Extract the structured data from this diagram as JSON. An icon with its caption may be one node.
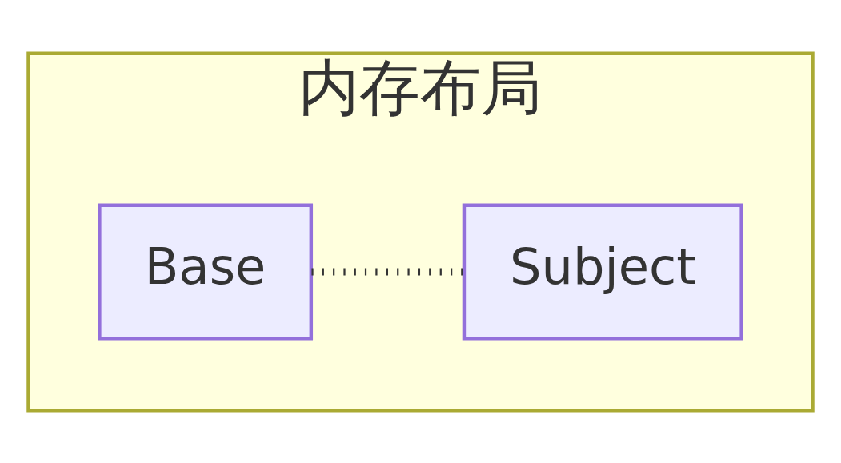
{
  "diagram": {
    "nodes": [
      {
        "text": [
          "内存布局"
        ]
      },
      {
        "text": [
          "Base"
        ],
        "in": 0
      },
      {
        "text": [
          "Subject"
        ],
        "in": 0
      }
    ],
    "edges": [
      {
        "from": 1,
        "to": 2,
        "arrow": "none",
        "style": "dashed"
      }
    ]
  }
}
